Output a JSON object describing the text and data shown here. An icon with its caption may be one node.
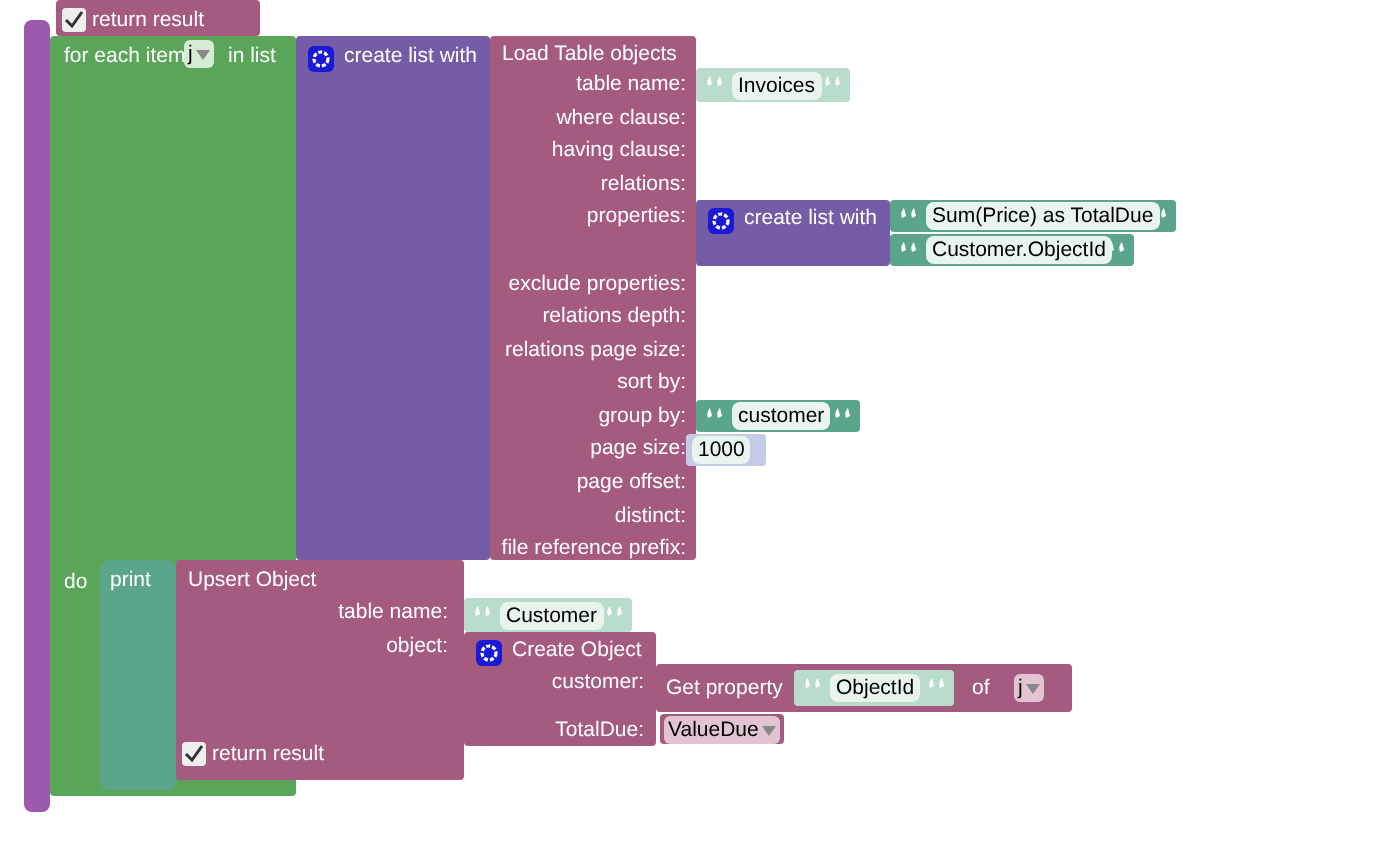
{
  "diagram": {
    "nodes": [
      {
        "text": [],
        "shape": "box"
      },
      {
        "text": [
          "return result"
        ]
      },
      {
        "text": [
          "for each item",
          "j",
          "in list",
          "do"
        ]
      },
      {
        "text": [
          "create list with"
        ]
      },
      {
        "text": [
          "Load Table objects",
          "table name:",
          "where clause:",
          "having clause:",
          "relations:",
          "properties:",
          "exclude properties:",
          "relations depth:",
          "relations page size:",
          "sort by:",
          "group by:",
          "page size:",
          "page offset:",
          "distinct:",
          "file reference prefix:"
        ]
      },
      {
        "text": [
          "Invoices"
        ]
      },
      {
        "text": [
          "create list with"
        ]
      },
      {
        "text": [
          "Sum(Price) as TotalDue"
        ]
      },
      {
        "text": [
          "Customer.ObjectId"
        ]
      },
      {
        "text": [
          "customer"
        ]
      },
      {
        "text": [
          "1000"
        ]
      },
      {
        "text": [
          "print"
        ],
        "in": 2
      },
      {
        "text": [
          "Upsert Object",
          "table name:",
          "object:",
          "return result"
        ]
      },
      {
        "text": [
          "Customer"
        ]
      },
      {
        "text": [
          "Create Object",
          "customer:",
          "TotalDue:"
        ]
      },
      {
        "text": [
          "Get property",
          "of"
        ]
      },
      {
        "text": [
          "ObjectId"
        ],
        "in": 15
      },
      {
        "text": [
          "j"
        ],
        "in": 15
      },
      {
        "text": [
          "ValueDue"
        ]
      }
    ]
  }
}
